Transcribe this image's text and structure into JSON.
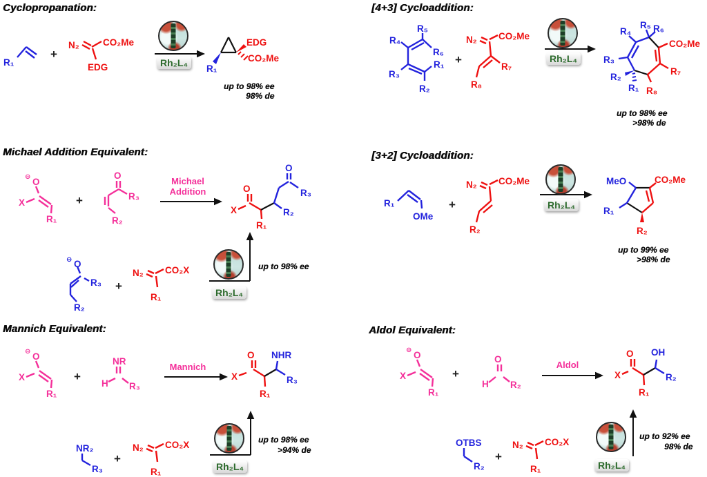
{
  "colors": {
    "blue": "#2323dd",
    "red": "#ee1111",
    "pink": "#f4309a",
    "green": "#2d6b2d",
    "ink": "#111111"
  },
  "symbols": {
    "plus": "+"
  },
  "catalyst_label": "Rh₂L₄",
  "sections": {
    "cyclopropanation": {
      "title": "Cyclopropanation:",
      "alkene": {
        "r1": "R₁"
      },
      "diazo": {
        "n2": "N₂",
        "ester": "CO₂Me",
        "edg": "EDG"
      },
      "product": {
        "edg": "EDG",
        "ester": "CO₂Me",
        "r1": "R₁"
      },
      "stats": {
        "ee": "up to 98% ee",
        "de": "98% de"
      }
    },
    "cyclo43": {
      "title": "[4+3] Cycloaddition:",
      "diene": {
        "r1": "R₁",
        "r2": "R₂",
        "r3": "R₃",
        "r4": "R₄",
        "r5": "R₅",
        "r6": "R₆"
      },
      "diazo": {
        "n2": "N₂",
        "ester": "CO₂Me",
        "r7": "R₇",
        "r8": "R₈"
      },
      "product": {
        "r1": "R₁",
        "r2": "R₂",
        "r3": "R₃",
        "r4": "R₄",
        "r5": "R₅",
        "r6": "R₆",
        "r7": "R₇",
        "r8": "R₈",
        "ester": "CO₂Me"
      },
      "stats": {
        "ee": "up to 98% ee",
        "de": ">98% de"
      }
    },
    "michael": {
      "title": "Michael Addition Equivalent:",
      "enolate": {
        "charge": "⊖",
        "o": "O",
        "x": "X",
        "r1": "R₁"
      },
      "enone": {
        "o": "O",
        "r3": "R₃",
        "r2": "R₂"
      },
      "arrow": {
        "line1": "Michael",
        "line2": "Addition"
      },
      "product": {
        "o_left": "O",
        "x": "X",
        "r1": "R₁",
        "r2": "R₂",
        "o_right": "O",
        "r3": "R₃"
      },
      "enolate2": {
        "charge": "⊖",
        "o": "O",
        "r3": "R₃",
        "r2": "R₂"
      },
      "diazo": {
        "n2": "N₂",
        "ester": "CO₂X",
        "r1": "R₁"
      },
      "stats": {
        "ee": "up to 98% ee"
      }
    },
    "cyclo32": {
      "title": "[3+2] Cycloaddition:",
      "enolether": {
        "r1": "R₁",
        "ome": "OMe"
      },
      "diazo": {
        "n2": "N₂",
        "ester": "CO₂Me",
        "r2": "R₂"
      },
      "product": {
        "meo": "MeO",
        "ester": "CO₂Me",
        "r1": "R₁",
        "r2": "R₂"
      },
      "stats": {
        "ee": "up to 99% ee",
        "de": ">98% de"
      }
    },
    "mannich": {
      "title": "Mannich Equivalent:",
      "enolate": {
        "charge": "⊖",
        "o": "O",
        "x": "X",
        "r1": "R₁"
      },
      "imine": {
        "nr": "NR",
        "h": "H",
        "r3": "R₃"
      },
      "arrow": {
        "label": "Mannich"
      },
      "product": {
        "o": "O",
        "x": "X",
        "r1": "R₁",
        "nhr": "NHR",
        "r3": "R₃"
      },
      "amine": {
        "nr2": "NR₂",
        "r3": "R₃"
      },
      "diazo": {
        "n2": "N₂",
        "ester": "CO₂X",
        "r1": "R₁"
      },
      "stats": {
        "ee": "up to 98% ee",
        "de": ">94% de"
      }
    },
    "aldol": {
      "title": "Aldol Equivalent:",
      "enolate": {
        "charge": "⊖",
        "o": "O",
        "x": "X",
        "r1": "R₁"
      },
      "aldehyde": {
        "o": "O",
        "h": "H",
        "r2": "R₂"
      },
      "arrow": {
        "label": "Aldol"
      },
      "product": {
        "o": "O",
        "x": "X",
        "r1": "R₁",
        "oh": "OH",
        "r2": "R₂"
      },
      "silylether": {
        "otbs": "OTBS",
        "r2": "R₂"
      },
      "diazo": {
        "n2": "N₂",
        "ester": "CO₂X",
        "r1": "R₁"
      },
      "stats": {
        "ee": "up to 92% ee",
        "de": "98% de"
      }
    }
  }
}
